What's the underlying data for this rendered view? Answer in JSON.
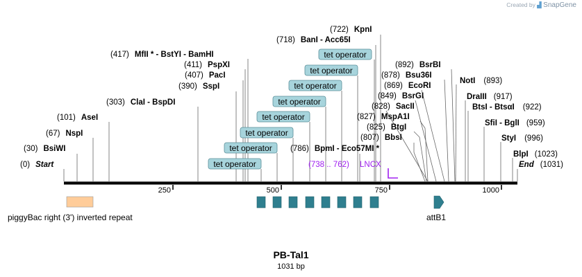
{
  "credit": {
    "prefix": "Created by",
    "brand": "SnapGene",
    "logo_icon": "snapgene-logo-icon"
  },
  "map": {
    "name": "PB-Tal1",
    "length_label": "1031 bp",
    "length": 1031,
    "ticks": [
      {
        "pos": 250,
        "label": "250"
      },
      {
        "pos": 500,
        "label": "500"
      },
      {
        "pos": 750,
        "label": "750"
      },
      {
        "pos": 1000,
        "label": "1000"
      }
    ],
    "sites": [
      {
        "pos": "(0)",
        "name": "Start",
        "italic": true,
        "bp": 0
      },
      {
        "pos": "(30)",
        "name": "BsiWI",
        "bp": 30
      },
      {
        "pos": "(67)",
        "name": "NspI",
        "bp": 67
      },
      {
        "pos": "(101)",
        "name": "AseI",
        "bp": 101
      },
      {
        "pos": "(303)",
        "name": "ClaI  -  BspDI",
        "bp": 303
      },
      {
        "pos": "(390)",
        "name": "SspI",
        "bp": 390
      },
      {
        "pos": "(407)",
        "name": "PacI",
        "bp": 407
      },
      {
        "pos": "(411)",
        "name": "PspXI",
        "bp": 411
      },
      {
        "pos": "(417)",
        "name": "MfII * - BstYI  - BamHI",
        "bp": 417
      },
      {
        "pos": "(718)",
        "name": "BanI  -  Acc65I",
        "bp": 718
      },
      {
        "pos": "(722)",
        "name": "KpnI",
        "bp": 722
      },
      {
        "pos": "(786)",
        "name": "BpmI  -  Eco57MI *",
        "bp": 786
      },
      {
        "pos": "(807)",
        "name": "BbsI",
        "bp": 807
      },
      {
        "pos": "(825)",
        "name": "BtgI",
        "bp": 825
      },
      {
        "pos": "(827)",
        "name": "MspA1I",
        "bp": 827
      },
      {
        "pos": "(828)",
        "name": "SacII",
        "bp": 828
      },
      {
        "pos": "(849)",
        "name": "BsrGI",
        "bp": 849
      },
      {
        "pos": "(869)",
        "name": "EcoRI",
        "bp": 869
      },
      {
        "pos": "(878)",
        "name": "Bsu36I",
        "bp": 878
      },
      {
        "pos": "(892)",
        "name": "BsrBI",
        "bp": 892
      },
      {
        "pos": "(893)",
        "name": "NotI",
        "bp": 893
      },
      {
        "pos": "(917)",
        "name": "DraIII",
        "bp": 917
      },
      {
        "pos": "(922)",
        "name": "BtsI  -  BtsαI",
        "bp": 922
      },
      {
        "pos": "(959)",
        "name": "SfiI  -  BglI",
        "bp": 959
      },
      {
        "pos": "(996)",
        "name": "StyI",
        "bp": 996
      },
      {
        "pos": "(1023)",
        "name": "BlpI",
        "bp": 1023
      },
      {
        "pos": "(1031)",
        "name": "End",
        "italic": true,
        "bp": 1031
      }
    ],
    "tet_operator_label": "tet operator",
    "tet_operator_count": 8,
    "primer": {
      "range": "(738 .. 762)",
      "name": "LNCX",
      "color": "#a020f0"
    },
    "features": [
      {
        "label": "piggyBac right (3') inverted repeat",
        "color": "#ffcc99"
      },
      {
        "label": "attB1",
        "color": "#2f7f8f"
      }
    ],
    "colors": {
      "operator_box": "#2f7f8f",
      "operator_label_bg": "#a7d4dc"
    }
  }
}
